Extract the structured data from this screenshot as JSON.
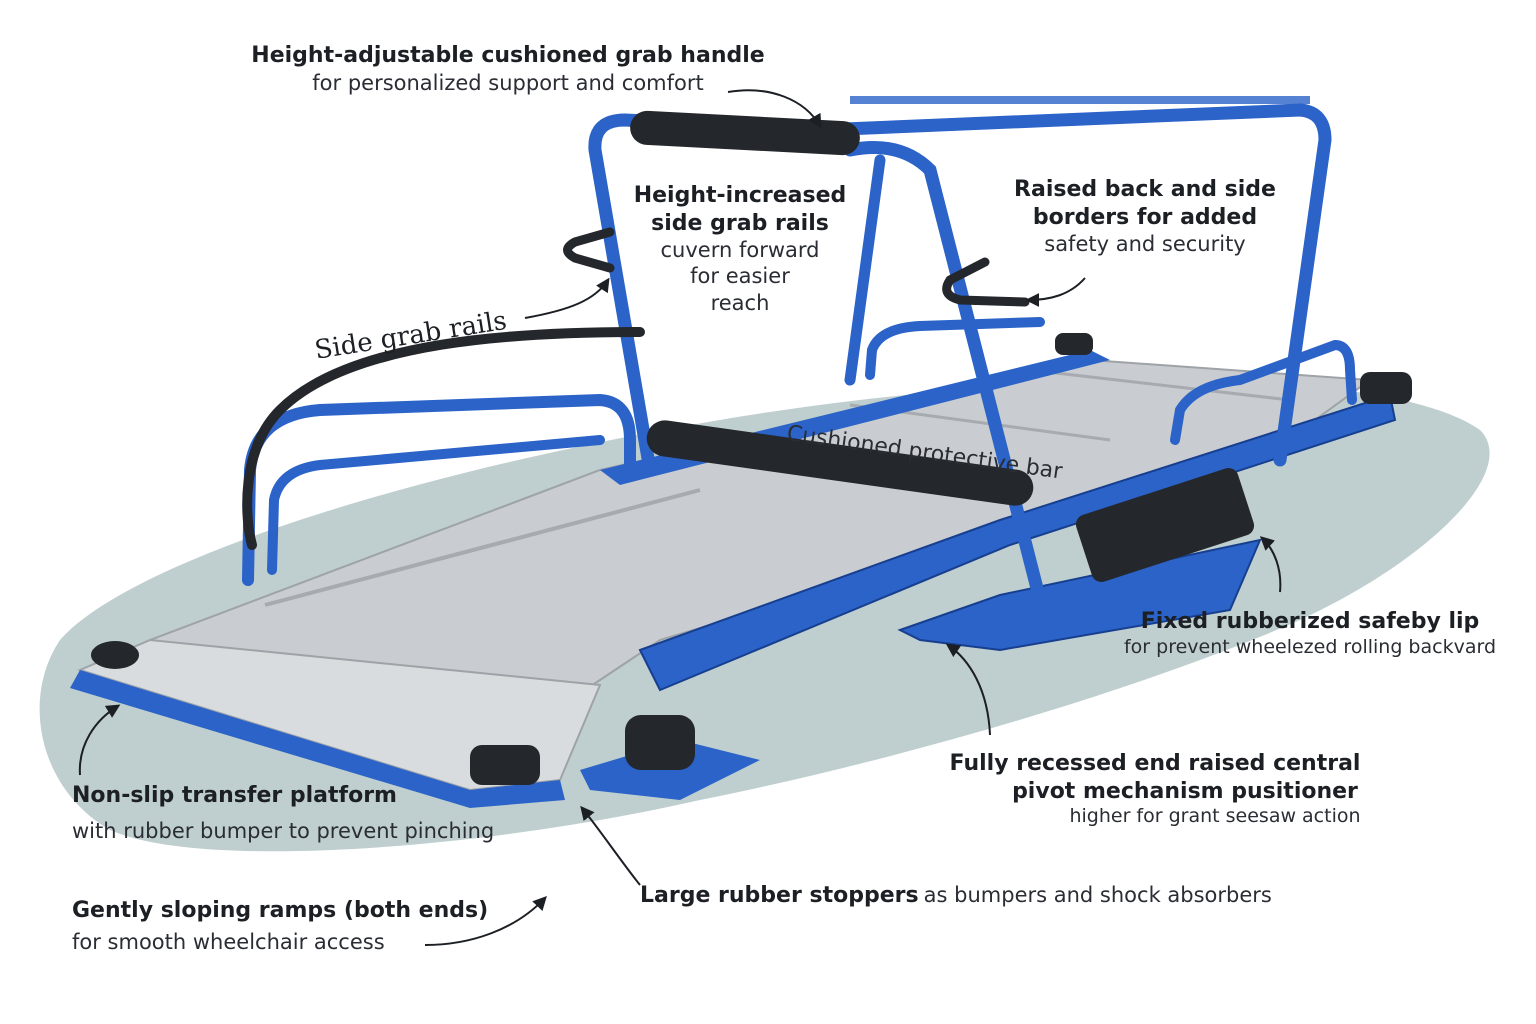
{
  "colors": {
    "frame_blue": "#2b63c8",
    "frame_dark": "#173f8f",
    "deck_grey": "#c9ccd0",
    "ramp_grey": "#d9dcdf",
    "rubber_black": "#24272b",
    "ground_teal": "#8aa5a8",
    "text": "#1c1f24"
  },
  "labels": {
    "top_handle": {
      "title": "Height-adjustable cushioned grab handle",
      "sub": "for personalized support and comfort"
    },
    "side_rails_increased": {
      "line1": "Height-increased",
      "line2": "side grab rails",
      "line3": "cuvern forward",
      "line4": "for easier",
      "line5": "reach"
    },
    "raised_borders": {
      "line1": "Raised back and side",
      "line2": "borders for added",
      "line3": "safety and security"
    },
    "side_grab_rails": "Side grab rails",
    "protective_bar": "Cushioned protective bar",
    "safety_lip": {
      "title": "Fixed  rubberized  safeby  lip",
      "sub": "for prevent wheelezed rolling backvard"
    },
    "pivot": {
      "line1": "Fully recessed end raised central",
      "line2": "pivot mechanism pusitioner",
      "line3": "higher for grant seesaw action"
    },
    "platform": {
      "title": "Non-slip transfer platform",
      "sub": "with rubber bumper to prevent pinching"
    },
    "stoppers": {
      "title": "Large rubber stoppers",
      "sub": "as bumpers and shock absorbers"
    },
    "ramps": {
      "title": "Gently sloping ramps (both ends)",
      "sub": "for smooth wheelchair access"
    }
  }
}
